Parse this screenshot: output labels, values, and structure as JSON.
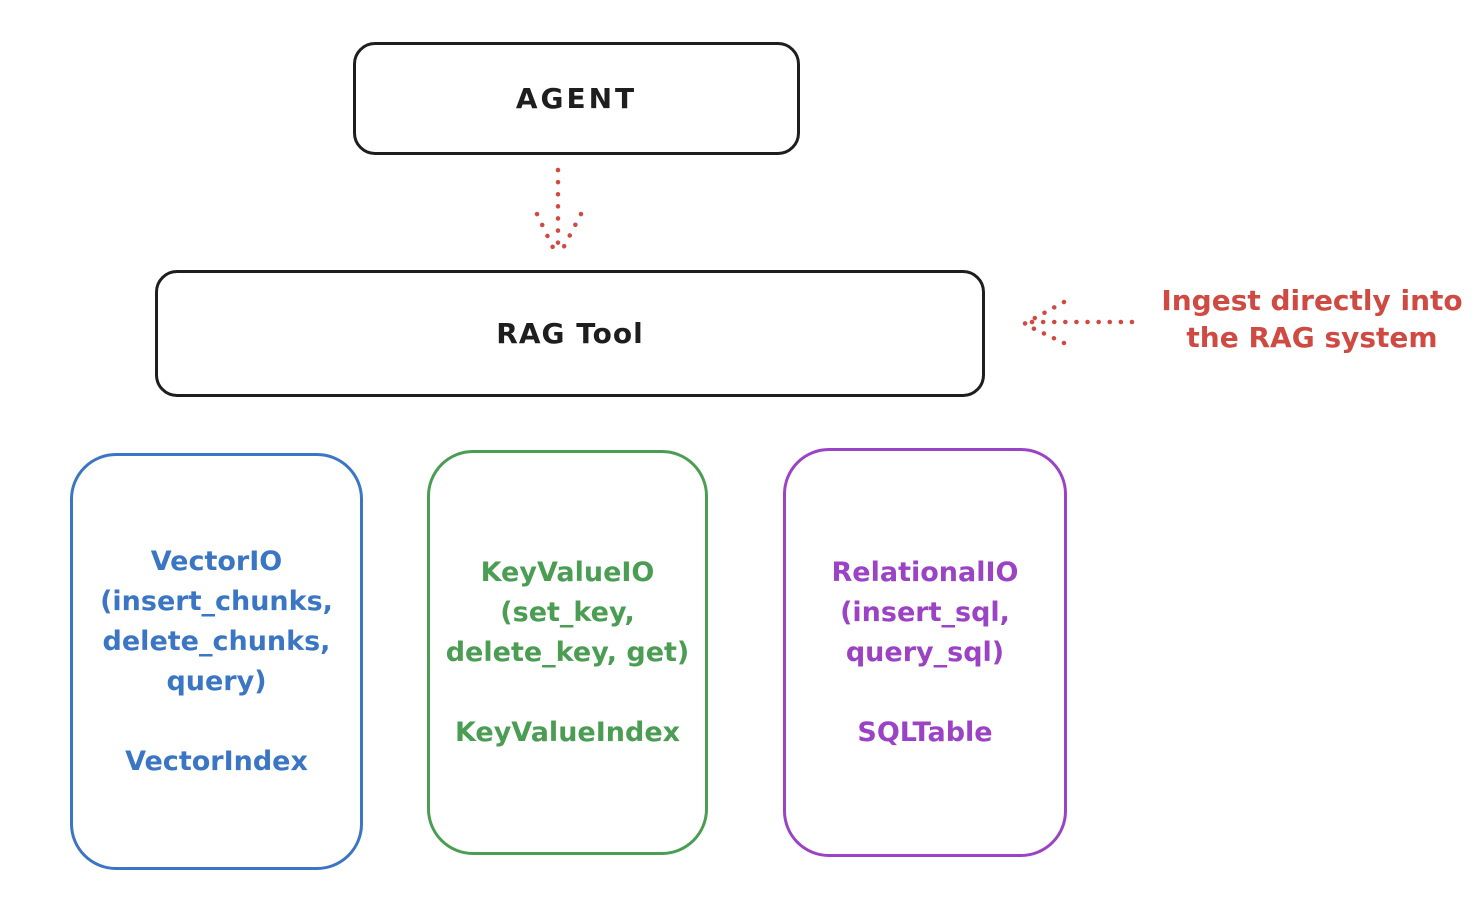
{
  "colors": {
    "ink": "#1e1e1e",
    "accent_red": "#cf4a42",
    "vector_blue": "#3b76c4",
    "keyvalue_green": "#4a9d52",
    "relational_purple": "#9c42c4",
    "background": "#ffffff"
  },
  "nodes": {
    "agent": {
      "label": "AGENT"
    },
    "rag_tool": {
      "label": "RAG Tool"
    }
  },
  "annotation": {
    "line1": "Ingest directly into",
    "line2": "the RAG system"
  },
  "arrows": [
    {
      "name": "agent-to-rag-tool",
      "style": "dotted",
      "color": "#cf4a42",
      "direction": "down"
    },
    {
      "name": "annotation-to-rag-tool",
      "style": "dotted",
      "color": "#cf4a42",
      "direction": "left"
    }
  ],
  "backends": [
    {
      "name": "VectorIO",
      "color": "#3b76c4",
      "lines": [
        "VectorIO",
        "(insert_chunks,",
        "delete_chunks,",
        "query)"
      ],
      "index": "VectorIndex"
    },
    {
      "name": "KeyValueIO",
      "color": "#4a9d52",
      "lines": [
        "KeyValueIO",
        "(set_key,",
        "delete_key, get)"
      ],
      "index": "KeyValueIndex"
    },
    {
      "name": "RelationalIO",
      "color": "#9c42c4",
      "lines": [
        "RelationalIO",
        "(insert_sql,",
        "query_sql)"
      ],
      "index": "SQLTable"
    }
  ]
}
